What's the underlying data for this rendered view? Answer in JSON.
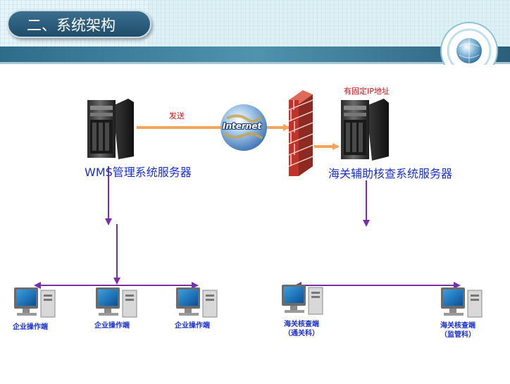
{
  "slide": {
    "title": "二、系统架构"
  },
  "diagram": {
    "send_label": "发送",
    "internet_text": "Internet",
    "fixed_ip_label": "有固定IP地址",
    "wms_server_label": "WMS管理系统服务器",
    "customs_server_label": "海关辅助核查系统服务器",
    "enterprise_clients": [
      "企业操作端",
      "企业操作端",
      "企业操作端"
    ],
    "customs_clients": [
      {
        "line1": "海关核查端",
        "line2": "（通关科）"
      },
      {
        "line1": "海关核查端",
        "line2": "（监管科）"
      }
    ]
  },
  "colors": {
    "header_dark": "#1e4a66",
    "header_teal": "#4a8ea8",
    "arrow_purple": "#7a2fa8",
    "arrow_orange": "#f4a55a",
    "label_blue": "#1a2fcf",
    "label_red": "#d21010",
    "firewall_red": "#c0332b"
  }
}
